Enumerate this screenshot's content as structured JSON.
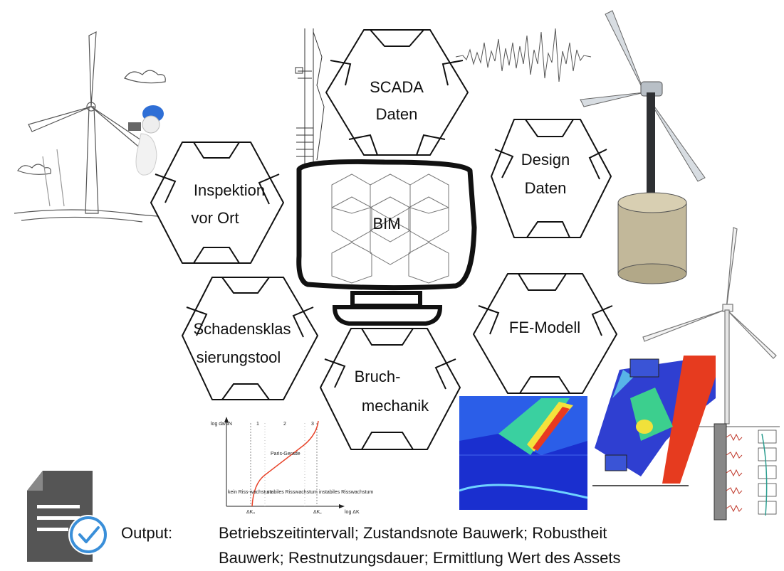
{
  "center": {
    "label": "BIM"
  },
  "modules": [
    {
      "id": "scada",
      "lines": [
        "SCADA",
        "Daten"
      ]
    },
    {
      "id": "design",
      "lines": [
        "Design",
        "Daten"
      ]
    },
    {
      "id": "fe",
      "lines": [
        "FE-Modell"
      ]
    },
    {
      "id": "bruch",
      "lines": [
        "Bruch-",
        "mechanik"
      ]
    },
    {
      "id": "schaden",
      "lines": [
        "Schadensklas",
        "sierungstool"
      ]
    },
    {
      "id": "inspektion",
      "lines": [
        "Inspektion",
        "vor Ort"
      ]
    }
  ],
  "output": {
    "label": "Output:",
    "line1": "Betriebszeitintervall; Zustandsnote Bauwerk; Robustheit",
    "line2": "Bauwerk; Restnutzungsdauer; Ermittlung Wert des Assets"
  },
  "crack_plot": {
    "y_axis": "log da/dN",
    "x_axis": "log ΔK",
    "regions": [
      "1",
      "2",
      "3"
    ],
    "curve_label": "Paris-Gerade",
    "region_texts": [
      "kein Riss-wachstum",
      "stabiles Risswachstum",
      "instabiles Risswachstum"
    ],
    "x_ticks": [
      "ΔK₀",
      "ΔK꜀"
    ]
  },
  "colors": {
    "outline": "#111111",
    "doc_icon": "#555555",
    "check": "#3a8fd9"
  }
}
